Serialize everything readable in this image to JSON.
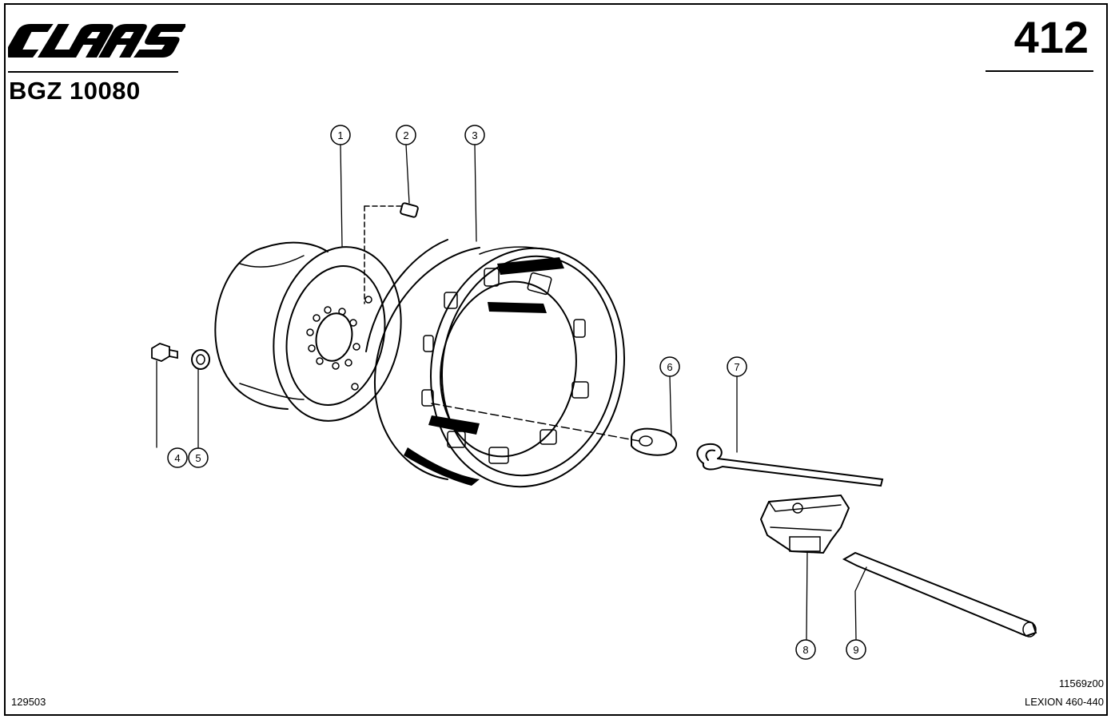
{
  "brand": {
    "logo_text": "CLAAS"
  },
  "header": {
    "assembly_code": "BGZ 10080",
    "page_number": "412"
  },
  "footer": {
    "doc_number": "129503",
    "drawing_ref": "11569z00",
    "model": "LEXION 460-440"
  },
  "callouts": [
    "1",
    "2",
    "3",
    "4",
    "5",
    "6",
    "7",
    "8",
    "9"
  ]
}
